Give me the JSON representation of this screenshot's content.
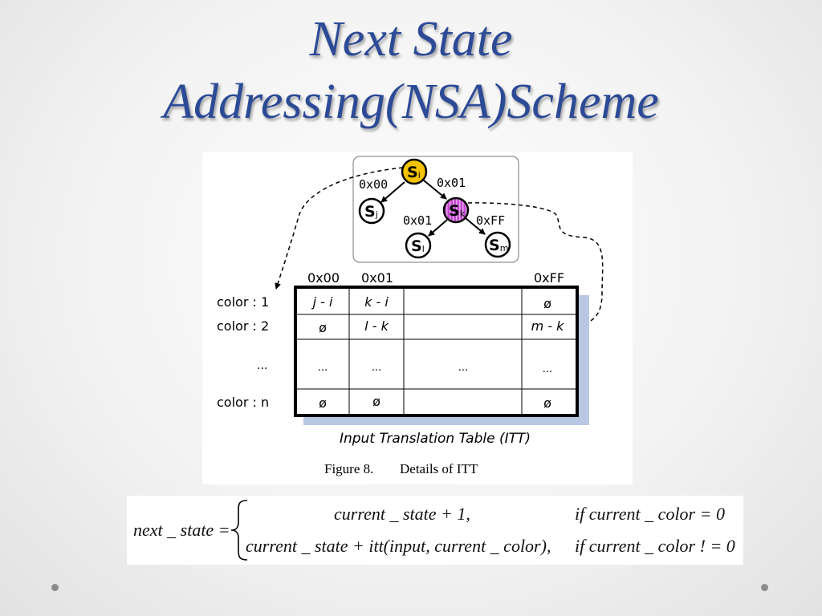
{
  "slide": {
    "title_line1": "Next State",
    "title_line2": "Addressing(NSA)Scheme"
  },
  "graph": {
    "node_si": "S",
    "node_si_sub": "i",
    "node_sk": "S",
    "node_sk_sub": "k",
    "node_sj": "S",
    "node_sj_sub": "j",
    "node_sl": "S",
    "node_sl_sub": "l",
    "node_sm": "S",
    "node_sm_sub": "m",
    "edge_si_sj": "0x00",
    "edge_si_sk": "0x01",
    "edge_sk_sl": "0x01",
    "edge_sk_sm": "0xFF"
  },
  "itt": {
    "col_headers": [
      "0x00",
      "0x01",
      "0xFF"
    ],
    "row_labels": [
      "color : 1",
      "color : 2",
      "...",
      "color : n"
    ],
    "rows": [
      [
        "j - i",
        "k - i",
        "",
        "ø"
      ],
      [
        "ø",
        "l - k",
        "",
        "m - k"
      ],
      [
        "...",
        "...",
        "...",
        "..."
      ],
      [
        "ø",
        "ø",
        "",
        "ø"
      ]
    ],
    "caption": "Input Translation Table (ITT)",
    "figure_label": "Figure 8.",
    "figure_title": "Details of ITT"
  },
  "equation": {
    "lhs": "next _ state =",
    "case1_expr": "current _ state + 1,",
    "case1_cond": "if  current _ color = 0",
    "case2_expr": "current _ state + itt(input, current _ color),",
    "case2_cond": "if  current _ color ! = 0"
  },
  "colors": {
    "title": "#2c4a96",
    "node_si": "#f3c200",
    "node_sk": "#c24ad0",
    "table_shadow": "#b9c7e2"
  }
}
